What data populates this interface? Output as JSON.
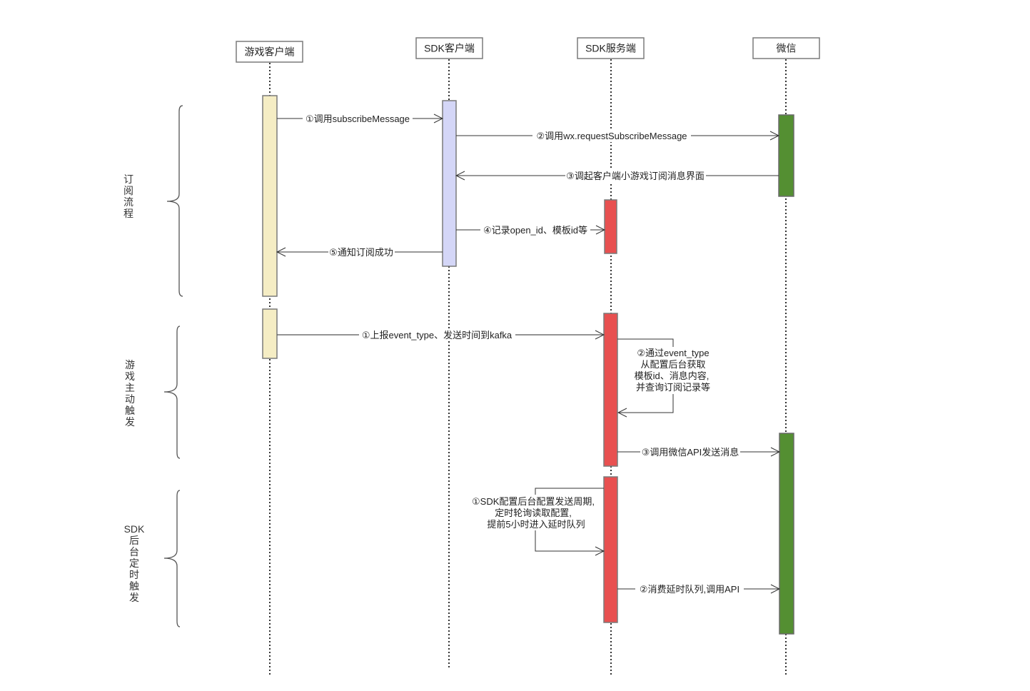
{
  "participants": [
    {
      "id": "game-client",
      "label": "游戏客户端"
    },
    {
      "id": "sdk-client",
      "label": "SDK客户端"
    },
    {
      "id": "sdk-server",
      "label": "SDK服务端"
    },
    {
      "id": "wechat",
      "label": "微信"
    }
  ],
  "colors": {
    "game-client": "#f5edc4",
    "sdk-client": "#d4d6f7",
    "sdk-server": "#e85050",
    "wechat": "#548f32",
    "border": "#7a7a7a",
    "line": "#333333"
  },
  "groups": [
    {
      "id": "subscribe-flow",
      "label": [
        "订",
        "阅",
        "流",
        "程"
      ]
    },
    {
      "id": "game-trigger",
      "label": [
        "游",
        "戏",
        "主",
        "动",
        "触",
        "发"
      ]
    },
    {
      "id": "sdk-timer-trigger",
      "label": [
        "SDK",
        "后",
        "台",
        "定",
        "时",
        "触",
        "发"
      ]
    }
  ],
  "messages": [
    {
      "id": "m1",
      "group": "subscribe-flow",
      "from": "game-client",
      "to": "sdk-client",
      "lines": [
        "①调用subscribeMessage"
      ]
    },
    {
      "id": "m2",
      "group": "subscribe-flow",
      "from": "sdk-client",
      "to": "wechat",
      "lines": [
        "②调用wx.requestSubscribeMessage"
      ]
    },
    {
      "id": "m3",
      "group": "subscribe-flow",
      "from": "wechat",
      "to": "sdk-client",
      "lines": [
        "③调起客户端小游戏订阅消息界面"
      ]
    },
    {
      "id": "m4",
      "group": "subscribe-flow",
      "from": "sdk-client",
      "to": "sdk-server",
      "lines": [
        "④记录open_id、模板id等"
      ]
    },
    {
      "id": "m5",
      "group": "subscribe-flow",
      "from": "sdk-client",
      "to": "game-client",
      "lines": [
        "⑤通知订阅成功"
      ]
    },
    {
      "id": "m6",
      "group": "game-trigger",
      "from": "game-client",
      "to": "sdk-server",
      "lines": [
        "①上报event_type、发送时间到kafka"
      ]
    },
    {
      "id": "m7",
      "group": "game-trigger",
      "from": "sdk-server",
      "to": "sdk-server",
      "lines": [
        "②通过event_type",
        "从配置后台获取",
        "模板id、消息内容,",
        "并查询订阅记录等"
      ]
    },
    {
      "id": "m8",
      "group": "game-trigger",
      "from": "sdk-server",
      "to": "wechat",
      "lines": [
        "③调用微信API发送消息"
      ]
    },
    {
      "id": "m9",
      "group": "sdk-timer-trigger",
      "from": "sdk-server",
      "to": "sdk-server",
      "lines": [
        "①SDK配置后台配置发送周期,",
        "定时轮询读取配置,",
        "提前5小时进入延时队列"
      ]
    },
    {
      "id": "m10",
      "group": "sdk-timer-trigger",
      "from": "sdk-server",
      "to": "wechat",
      "lines": [
        "②消费延时队列,调用API"
      ]
    }
  ]
}
